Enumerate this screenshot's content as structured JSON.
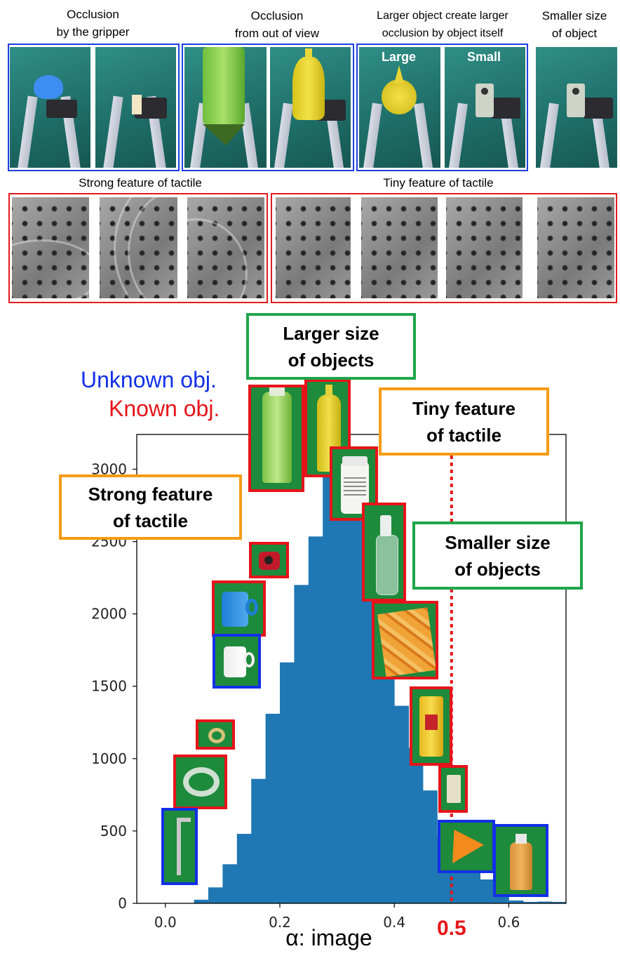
{
  "captions": {
    "occlusion_gripper": "Occlusion\nby the gripper",
    "occlusion_view": "Occlusion\nfrom out of view",
    "larger_object": "Larger object create larger\nocclusion by object itself",
    "smaller_size": "Smaller size\nof object",
    "strong_feature": "Strong feature of tactile",
    "tiny_feature": "Tiny feature of tactile",
    "large_label": "Large",
    "small_label": "Small"
  },
  "callouts": {
    "larger_size": "Larger size\nof objects",
    "tiny_feature": "Tiny feature\nof tactile",
    "strong_feature": "Strong feature\nof tactile",
    "smaller_size": "Smaller size\nof objects"
  },
  "legend": {
    "unknown": "Unknown obj.",
    "known": "Known obj.",
    "unknown_color": "#1230e8",
    "known_color": "#e6141a"
  },
  "threshold_label": "0.5",
  "colors": {
    "bar": "#1f77b4",
    "threshold": "#e6141a",
    "green_callout": "#1fa64a",
    "orange_callout": "#f59b14",
    "group_blue": "#1b3fe0",
    "group_red": "#e11b1b"
  },
  "chart_data": {
    "type": "bar",
    "xlabel": "α: image",
    "ylabel": "",
    "xlim": [
      -0.05,
      0.7
    ],
    "ylim": [
      0,
      3240
    ],
    "xticks": [
      0.0,
      0.2,
      0.4,
      0.6
    ],
    "xtick_labels": [
      "0.0",
      "0.2",
      "0.4",
      "0.6"
    ],
    "yticks": [
      0,
      500,
      1000,
      1500,
      2000,
      2500,
      3000
    ],
    "ytick_labels": [
      "0",
      "500",
      "1000",
      "1500",
      "2000",
      "2500",
      "3000"
    ],
    "bin_width": 0.025,
    "bins": [
      {
        "x0": 0.05,
        "y": 25
      },
      {
        "x0": 0.075,
        "y": 110
      },
      {
        "x0": 0.1,
        "y": 270
      },
      {
        "x0": 0.125,
        "y": 480
      },
      {
        "x0": 0.15,
        "y": 860
      },
      {
        "x0": 0.175,
        "y": 1310
      },
      {
        "x0": 0.2,
        "y": 1665
      },
      {
        "x0": 0.225,
        "y": 2200
      },
      {
        "x0": 0.25,
        "y": 2535
      },
      {
        "x0": 0.275,
        "y": 3050
      },
      {
        "x0": 0.3,
        "y": 3150
      },
      {
        "x0": 0.325,
        "y": 2655
      },
      {
        "x0": 0.35,
        "y": 2215
      },
      {
        "x0": 0.375,
        "y": 1800
      },
      {
        "x0": 0.4,
        "y": 1365
      },
      {
        "x0": 0.425,
        "y": 1075
      },
      {
        "x0": 0.45,
        "y": 780
      },
      {
        "x0": 0.475,
        "y": 460
      },
      {
        "x0": 0.5,
        "y": 405
      },
      {
        "x0": 0.525,
        "y": 310
      },
      {
        "x0": 0.55,
        "y": 165
      },
      {
        "x0": 0.575,
        "y": 50
      },
      {
        "x0": 0.6,
        "y": 20
      },
      {
        "x0": 0.625,
        "y": 10
      },
      {
        "x0": 0.65,
        "y": 12
      },
      {
        "x0": 0.675,
        "y": 10
      }
    ],
    "threshold_x": 0.5,
    "grid": false
  },
  "thumbnails": [
    {
      "id": "green-tea-bottle",
      "kind": "known",
      "icon": "green-bottle-icon"
    },
    {
      "id": "mustard-bottle",
      "kind": "known",
      "icon": "mustard-bottle-icon"
    },
    {
      "id": "supplement-bottle",
      "kind": "known",
      "icon": "pill-bottle-icon"
    },
    {
      "id": "spray-bottle",
      "kind": "known",
      "icon": "spray-bottle-icon"
    },
    {
      "id": "snack-box",
      "kind": "known",
      "icon": "snack-box-icon"
    },
    {
      "id": "tape-measure",
      "kind": "known",
      "icon": "tape-measure-icon"
    },
    {
      "id": "blue-mug",
      "kind": "known",
      "icon": "mug-icon"
    },
    {
      "id": "white-mug",
      "kind": "unknown",
      "icon": "mug-icon"
    },
    {
      "id": "small-tape",
      "kind": "known",
      "icon": "tape-roll-icon"
    },
    {
      "id": "large-tape",
      "kind": "known",
      "icon": "tape-roll-icon"
    },
    {
      "id": "allen-key",
      "kind": "unknown",
      "icon": "allen-key-icon"
    },
    {
      "id": "snack-can",
      "kind": "known",
      "icon": "can-icon"
    },
    {
      "id": "small-box",
      "kind": "known",
      "icon": "box-icon"
    },
    {
      "id": "orange-triangle",
      "kind": "unknown",
      "icon": "triangle-case-icon"
    },
    {
      "id": "small-drink",
      "kind": "unknown",
      "icon": "drink-bottle-icon"
    }
  ]
}
